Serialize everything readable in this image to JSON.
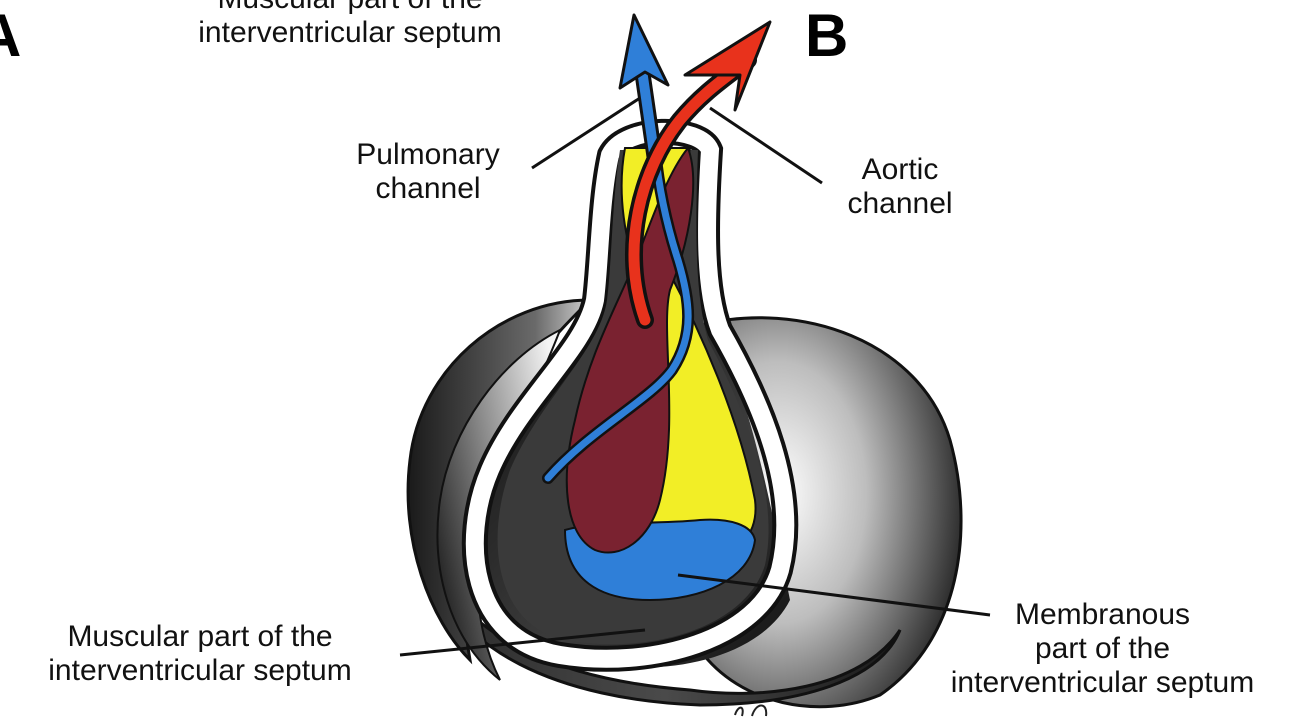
{
  "panels": {
    "a": "A",
    "b": "B"
  },
  "labels": {
    "top_muscular_line1": "Muscular part of the",
    "top_muscular_line2": "interventricular septum",
    "pulmonary_line1": "Pulmonary",
    "pulmonary_line2": "channel",
    "aortic_line1": "Aortic",
    "aortic_line2": "channel",
    "muscular_line1": "Muscular part of the",
    "muscular_line2": "interventricular septum",
    "membranous_line1": "Membranous",
    "membranous_line2": "part of the",
    "membranous_line3": "interventricular septum"
  },
  "colors": {
    "pulmonary_arrow": "#2f7fd8",
    "aortic_arrow": "#e8321c",
    "membranous": "#2f7fd8",
    "yellow_cushion": "#f2ee26",
    "maroon_cushion": "#7a2230",
    "tissue_dark": "#2a2a2a"
  }
}
